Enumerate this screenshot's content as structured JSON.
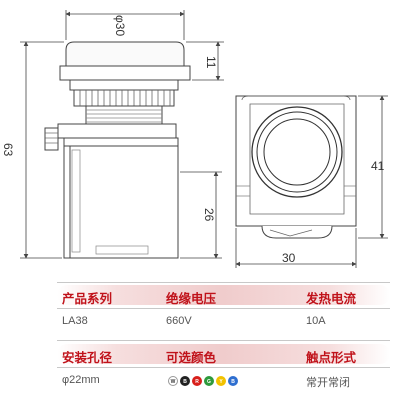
{
  "drawing": {
    "dim_diameter": "φ30",
    "dim_11": "11",
    "dim_63": "63",
    "dim_26": "26",
    "dim_41": "41",
    "dim_30": "30"
  },
  "specs": {
    "row1": {
      "headers": [
        "产品系列",
        "绝缘电压",
        "发热电流"
      ],
      "values": [
        "LA38",
        "660V",
        "10A"
      ]
    },
    "row2": {
      "headers": [
        "安装孔径",
        "可选颜色",
        "触点形式"
      ],
      "values": [
        "φ22mm",
        "",
        "常开常闭"
      ]
    },
    "colors": [
      {
        "letter": "W",
        "hex": "#ffffff",
        "border": "#999999"
      },
      {
        "letter": "B",
        "hex": "#222222",
        "border": "#222222"
      },
      {
        "letter": "R",
        "hex": "#d8201c",
        "border": "#d8201c"
      },
      {
        "letter": "G",
        "hex": "#2f9a3c",
        "border": "#2f9a3c"
      },
      {
        "letter": "Y",
        "hex": "#f2c200",
        "border": "#f2c200"
      },
      {
        "letter": "B",
        "hex": "#2f6fd0",
        "border": "#2f6fd0"
      }
    ],
    "accent": "#c0121a"
  }
}
